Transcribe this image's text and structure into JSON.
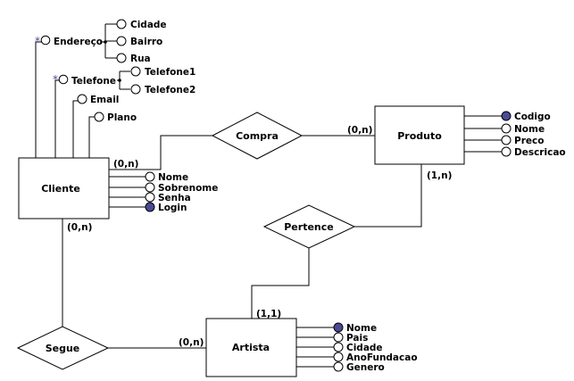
{
  "entities": {
    "cliente": "Cliente",
    "produto": "Produto",
    "artista": "Artista"
  },
  "relationships": {
    "compra": "Compra",
    "pertence": "Pertence",
    "segue": "Segue"
  },
  "cardinalities": {
    "cliente_compra": "(0,n)",
    "compra_produto": "(0,n)",
    "produto_pertence": "(1,n)",
    "pertence_artista": "(1,1)",
    "cliente_segue": "(0,n)",
    "segue_artista": "(0,n)"
  },
  "cliente_attrs": {
    "endereco": "Endereço",
    "endereco_star": "*",
    "cidade": "Cidade",
    "bairro": "Bairro",
    "rua": "Rua",
    "telefone": "Telefone",
    "telefone_star": "*",
    "telefone1": "Telefone1",
    "telefone2": "Telefone2",
    "email": "Email",
    "plano": "Plano",
    "nome": "Nome",
    "sobrenome": "Sobrenome",
    "senha": "Senha",
    "login": "Login"
  },
  "produto_attrs": {
    "codigo": "Codigo",
    "nome": "Nome",
    "preco": "Preco",
    "descricao": "Descricao"
  },
  "artista_attrs": {
    "nome": "Nome",
    "pais": "Pais",
    "cidade": "Cidade",
    "anofundacao": "AnoFundacao",
    "genero": "Genero"
  },
  "colors": {
    "key_attribute": "#4a4a96",
    "multivalued_marker": "#4a4a96"
  }
}
